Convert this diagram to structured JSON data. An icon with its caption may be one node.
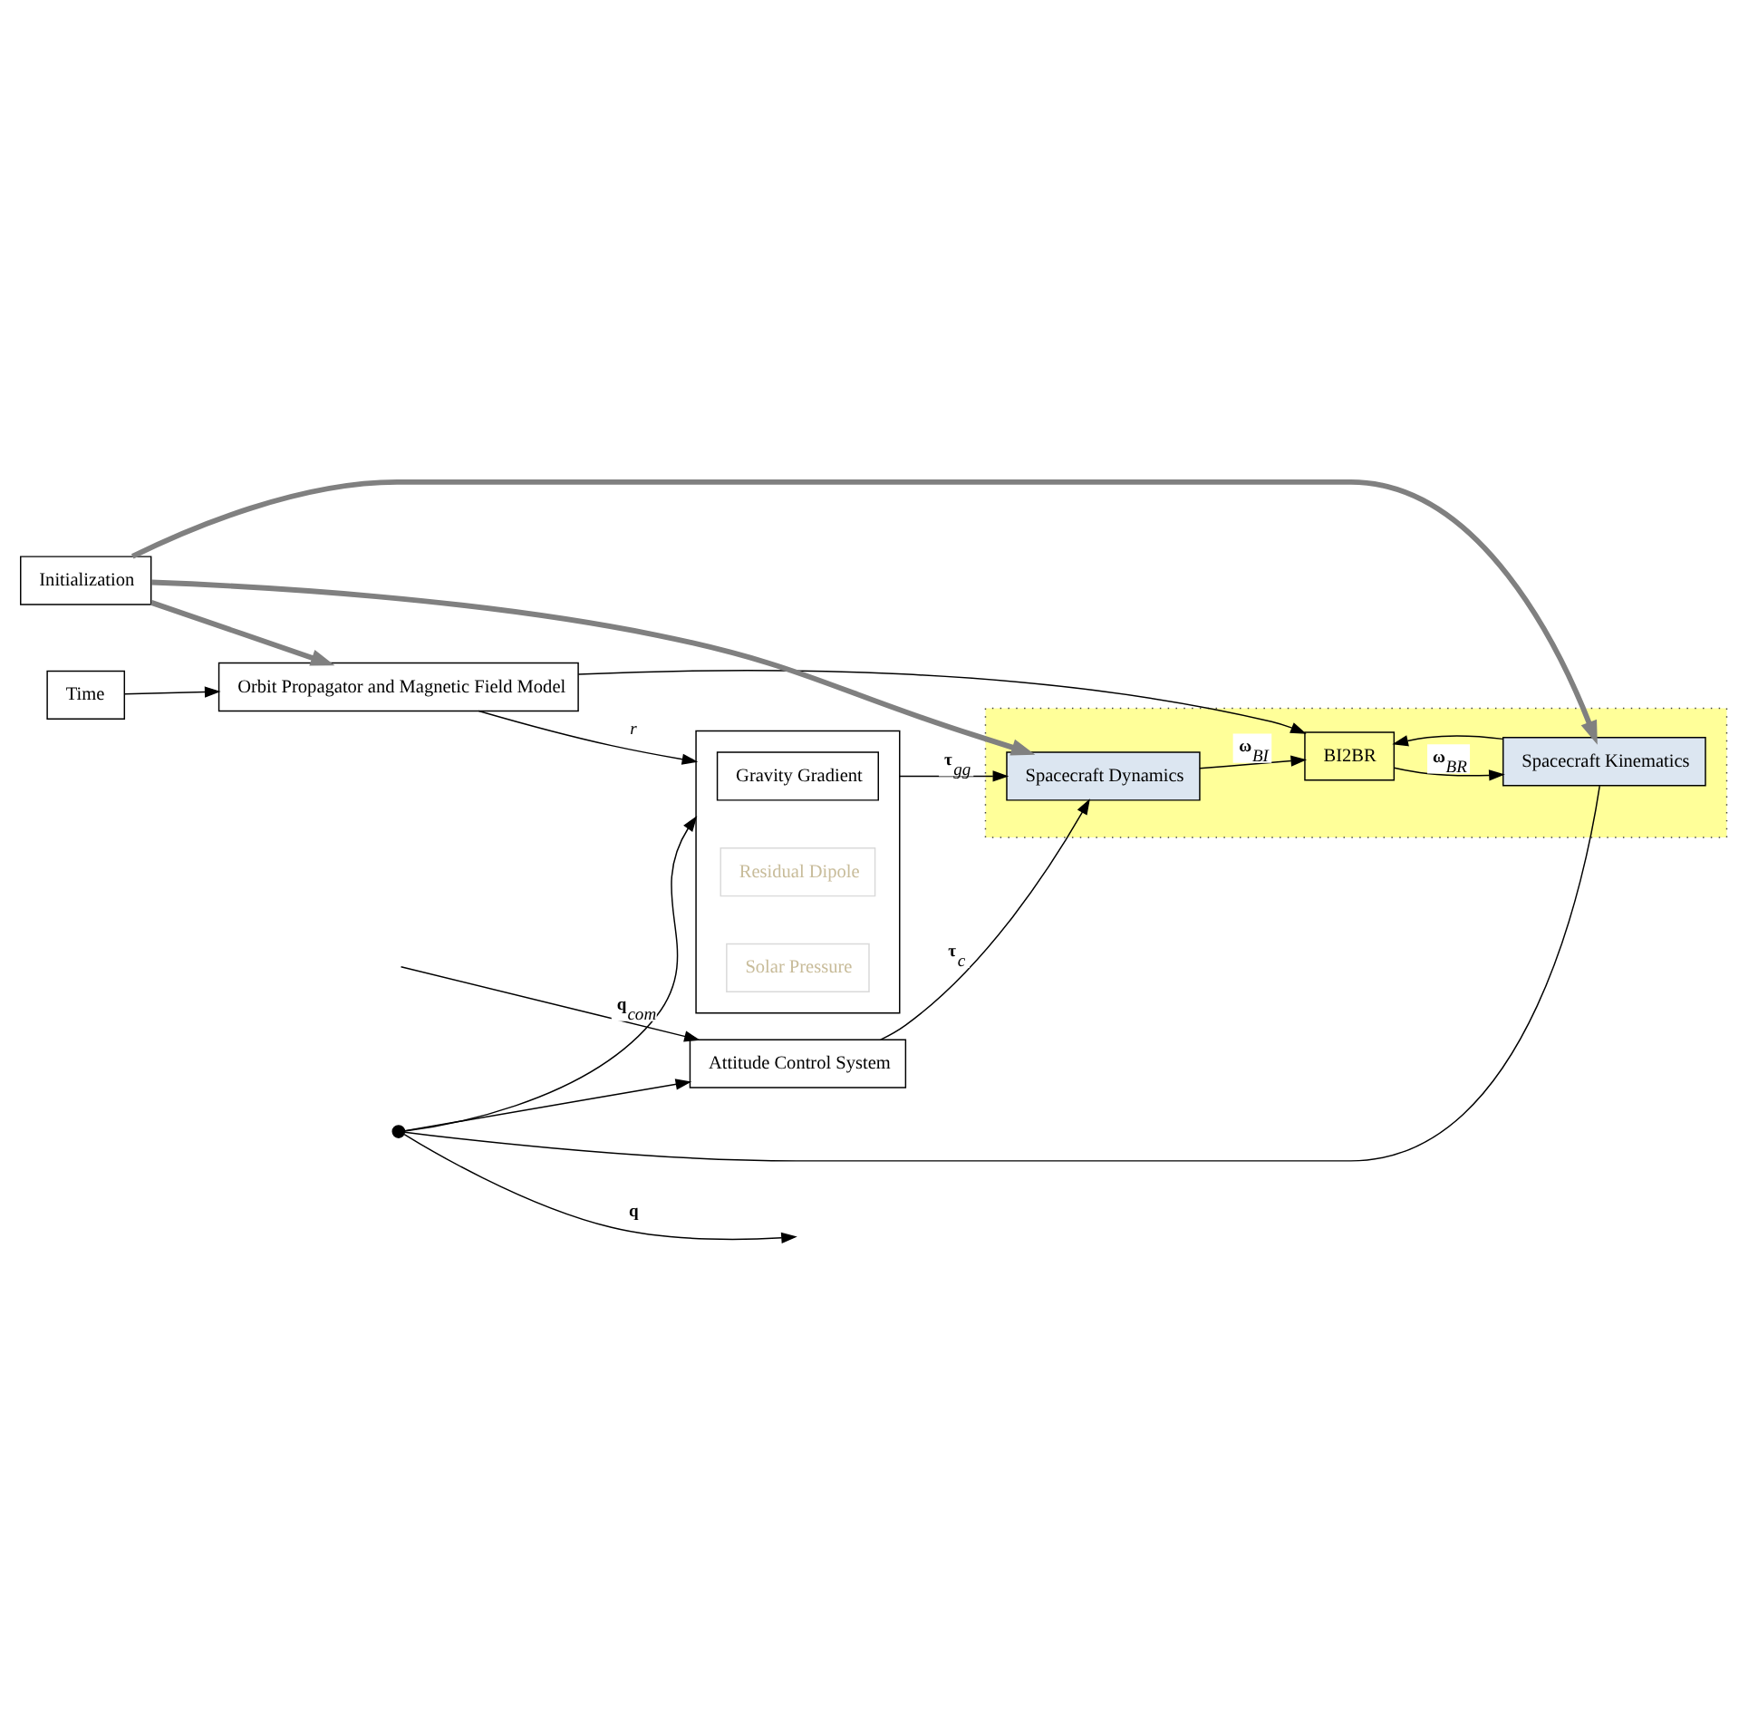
{
  "diagram": {
    "nodes": [
      {
        "text": [
          "Time"
        ]
      },
      {
        "text": [
          "Orbit Propagator and Magnetic Field Model"
        ]
      },
      {
        "text": [],
        "shape": "box"
      },
      {
        "text": [
          "Gravity Gradient"
        ],
        "in": 2
      },
      {
        "text": [
          "Residual Dipole"
        ],
        "in": 2
      },
      {
        "text": [
          "Solar Pressure"
        ],
        "in": 2
      },
      {
        "text": [
          "Initialization"
        ]
      },
      {
        "text": [],
        "shape": "box"
      },
      {
        "text": [
          "Spacecraft Dynamics"
        ],
        "in": 7
      },
      {
        "text": [
          "BI2BR"
        ],
        "in": 7
      },
      {
        "text": [
          "Spacecraft Kinematics"
        ],
        "in": 7
      },
      {
        "text": [
          "Attitude Control System"
        ]
      },
      {
        "text": [],
        "shape": "circle"
      }
    ],
    "edges": [
      {
        "from": 0,
        "to": 1,
        "arrow": "to"
      },
      {
        "from": 1,
        "to": 2,
        "arrow": "to",
        "label": "*r*"
      },
      {
        "from": 1,
        "to": 9,
        "arrow": "to"
      },
      {
        "from": 2,
        "to": 8,
        "arrow": "to",
        "label": "**τ**$_{gg}$"
      },
      {
        "from": 6,
        "to": 1,
        "arrow": "to",
        "style": "thick",
        "color": "#808080"
      },
      {
        "from": 6,
        "to": 8,
        "arrow": "to",
        "style": "thick",
        "color": "#808080"
      },
      {
        "from": 6,
        "to": 10,
        "arrow": "to",
        "style": "thick",
        "color": "#808080"
      },
      {
        "from": null,
        "to": 11,
        "arrow": "to",
        "label": "**q**$_{com}$"
      },
      {
        "from": 11,
        "to": 8,
        "arrow": "to",
        "label": "**τ**$_{c}$"
      },
      {
        "from": 8,
        "to": 9,
        "arrow": "to",
        "label": "**ω**$_{BI}$"
      },
      {
        "from": 9,
        "to": 10,
        "arrow": "to",
        "label": "**ω**$_{BR}$"
      },
      {
        "from": 10,
        "to": 9,
        "arrow": "to"
      },
      {
        "from": 10,
        "to": 12,
        "arrow": "none"
      },
      {
        "from": 12,
        "to": null,
        "arrow": "to",
        "label": "**q**"
      },
      {
        "from": 12,
        "to": 2,
        "arrow": "to"
      },
      {
        "from": 12,
        "to": 11,
        "arrow": "to"
      }
    ]
  }
}
